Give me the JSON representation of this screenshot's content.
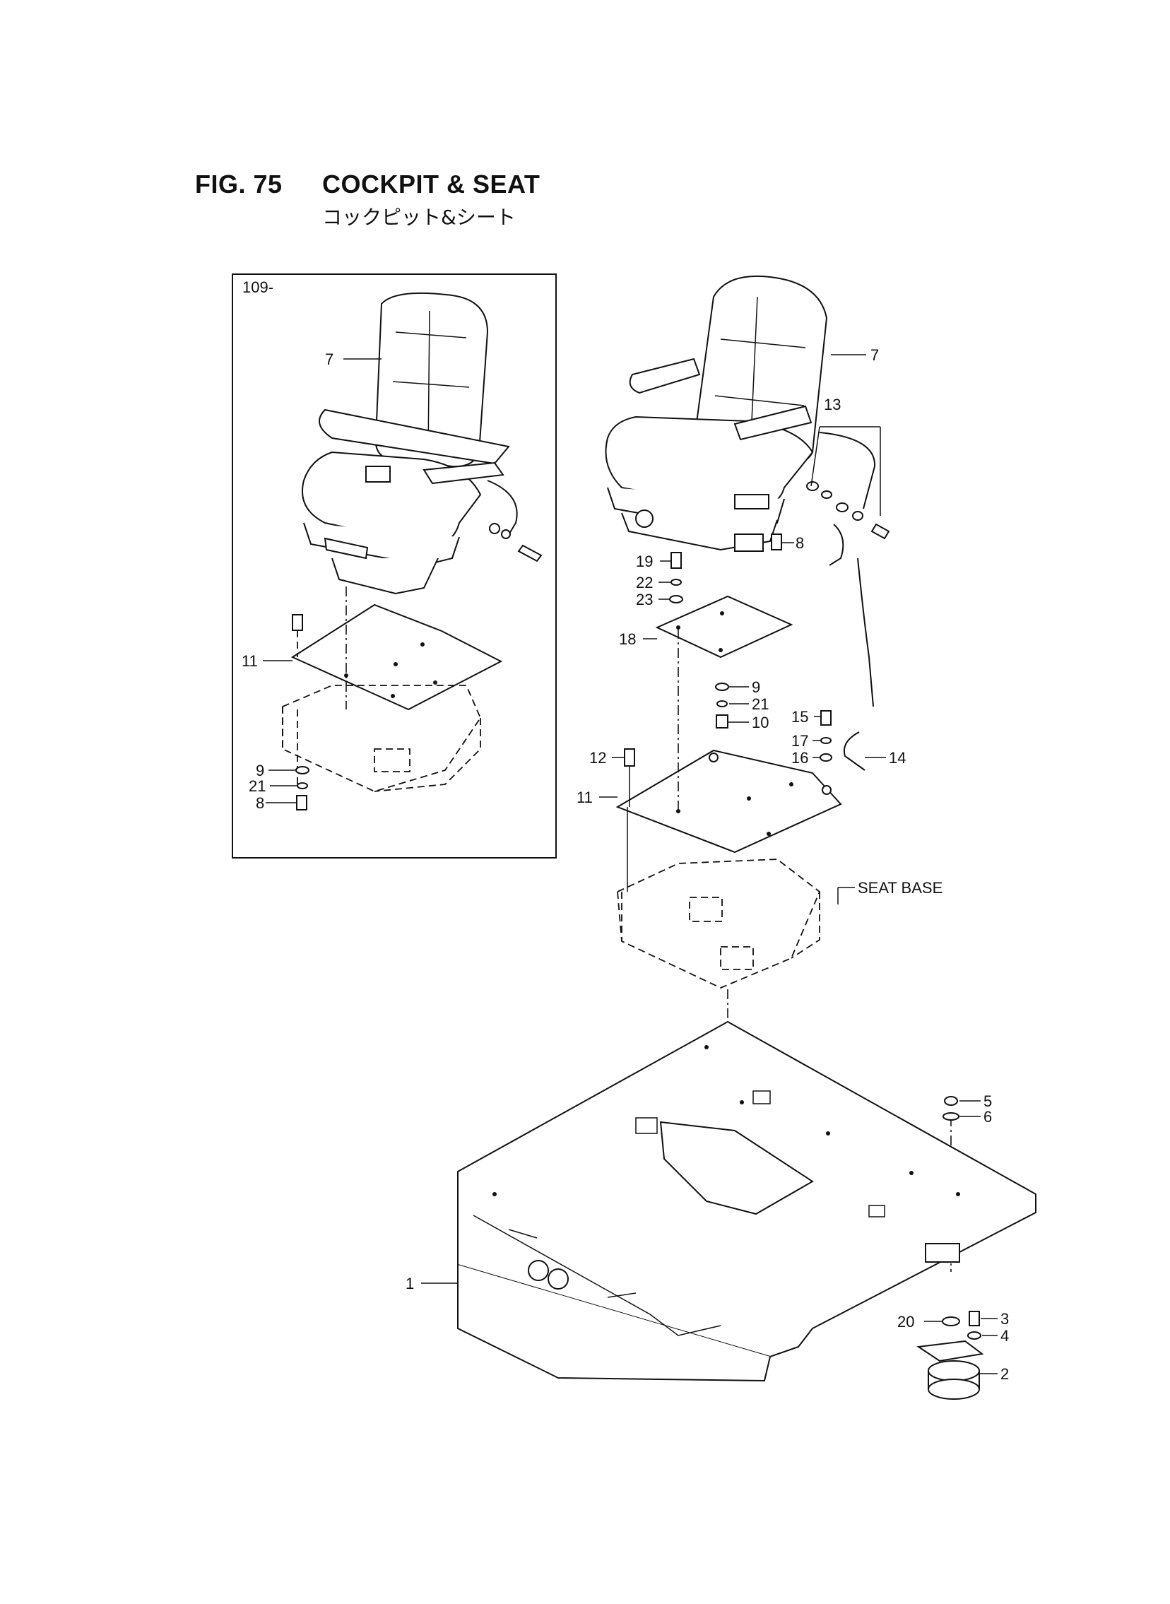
{
  "figure": {
    "number": "FIG. 75",
    "title": "COCKPIT & SEAT",
    "subtitle_jp": "コックピット&シート"
  },
  "inset": {
    "label": "109-",
    "callouts": [
      "7",
      "11",
      "9",
      "21",
      "8"
    ]
  },
  "main": {
    "callouts": [
      "7",
      "13",
      "8",
      "19",
      "22",
      "23",
      "18",
      "9",
      "21",
      "10",
      "15",
      "17",
      "16",
      "14",
      "12",
      "11",
      "1",
      "5",
      "6",
      "3",
      "20",
      "4",
      "2"
    ],
    "seat_base_label": "SEAT BASE"
  }
}
